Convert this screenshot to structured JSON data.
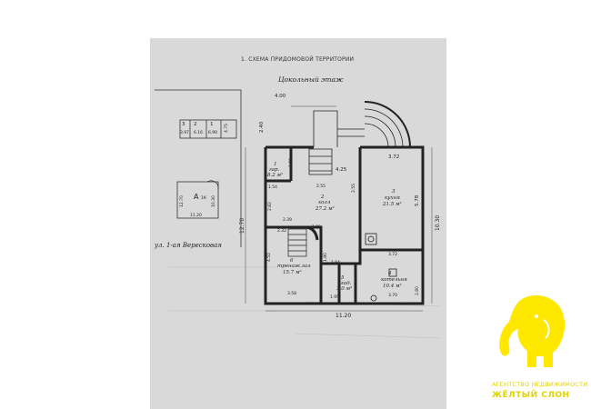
{
  "document": {
    "title": "1. СХЕМА ПРИДОМОВОЙ ТЕРРИТОРИИ",
    "floor_label": "Цокольный этаж",
    "street_label": "ул. 1-ая Вересковая"
  },
  "dimensions": {
    "top_width": "4.00",
    "top_left_side": "2.40",
    "kitchen_top": "3.72",
    "kitchen_side": "5.78",
    "right_total": "10.30",
    "left_total": "12.70",
    "bottom_total": "11.20",
    "hall_top": "4.25",
    "hall_inner": "2.55",
    "hall_side": "2.55",
    "garage_top": "1.80",
    "garage_side": "1.54",
    "hall_left": "2.82",
    "training_top": "2.39",
    "training_top2": "2.32",
    "stair_len": "1.89",
    "training_side": "4.52",
    "training_bottom": "3.58",
    "storage_top": "1.94",
    "storage_side": "1.80",
    "storage_bottom": "1.95",
    "boiler_top": "3.72",
    "boiler_bottom": "3.70",
    "boiler_side": "2.80"
  },
  "rooms": [
    {
      "number": "1",
      "name": "гар.",
      "area": "8.2 м²"
    },
    {
      "number": "2",
      "name": "холл",
      "area": "27.2 м²"
    },
    {
      "number": "3",
      "name": "кухня",
      "area": "21.5 м²"
    },
    {
      "number": "4",
      "name": "котельня",
      "area": "10.4 м²"
    },
    {
      "number": "5",
      "name": "клад.",
      "area": "3.0 м²"
    },
    {
      "number": "6",
      "name": "тренаж.зал",
      "area": "15.7 м²"
    }
  ],
  "site_plan": {
    "cells": [
      "3",
      "2",
      "1"
    ],
    "cell_dims": [
      "3.97",
      "6.16",
      "6.90"
    ],
    "cell_side": "4.75",
    "house_letter": "A",
    "house_sub": "1К",
    "house_width": "11.20",
    "house_height": "12.70",
    "house_side2": "10.30"
  },
  "logo": {
    "line1": "АГЕНТСТВО НЕДВИЖИМОСТИ",
    "line2": "ЖЁЛТЫЙ СЛОН",
    "color": "#ffe800"
  }
}
